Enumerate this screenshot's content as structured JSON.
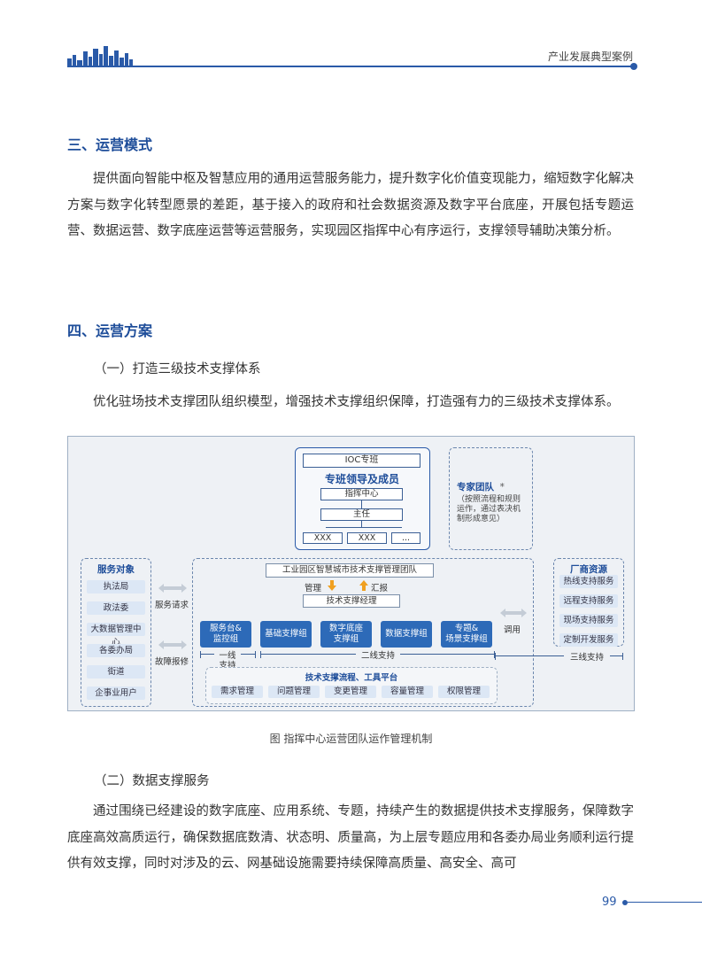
{
  "header": {
    "title": "产业发展典型案例"
  },
  "section3": {
    "title": "三、运营模式",
    "paragraph": "提供面向智能中枢及智慧应用的通用运营服务能力，提升数字化价值变现能力，缩短数字化解决方案与数字化转型愿景的差距，基于接入的政府和社会数据资源及数字平台底座，开展包括专题运营、数据运营、数字底座运营等运营服务，实现园区指挥中心有序运行，支撑领导辅助决策分析。"
  },
  "section4": {
    "title": "四、运营方案",
    "sub1": "（一）打造三级技术支撑体系",
    "para1": "优化驻场技术支撑团队组织模型，增强技术支撑组织保障，打造强有力的三级技术支撑体系。",
    "sub2": "（二）数据支撑服务",
    "para2": "通过围绕已经建设的数字底座、应用系统、专题，持续产生的数据提供技术支撑服务，保障数字底座高效高质运行，确保数据底数清、状态明、质量高，为上层专题应用和各委办局业务顺利运行提供有效支撑，同时对涉及的云、网基础设施需要持续保障高质量、高安全、高可"
  },
  "figure": {
    "caption": "图 指挥中心运营团队运作管理机制",
    "ioc": {
      "label": "IOC专班",
      "title": "专班领导及成员",
      "command": "指挥中心",
      "director": "主任",
      "members": [
        "XXX",
        "XXX",
        "..."
      ]
    },
    "expert": {
      "title": "专家团队",
      "star": "*",
      "note": "（按照流程和规则运作，通过表决机制形成意见）"
    },
    "service_targets": {
      "title": "服务对象",
      "items": [
        "执法局",
        "政法委",
        "大数据管理中心",
        "各委办局",
        "街道",
        "企事业用户"
      ]
    },
    "service_request": "服务请求",
    "fault_report": "故障报修",
    "team": {
      "title": "工业园区智慧城市技术支撑管理团队",
      "manage": "管理",
      "report": "汇报",
      "manager": "技术支撑经理",
      "groups": [
        "服务台&\n监控组",
        "基础支撑组",
        "数字底座\n支撑组",
        "数据支撑组",
        "专题&\n场景支撑组"
      ],
      "line1": "一线\n支持",
      "line2": "二线支持",
      "line3": "三线支持",
      "platform_title": "技术支撑流程、工具平台",
      "platform_items": [
        "需求管理",
        "问题管理",
        "变更管理",
        "容量管理",
        "权限管理"
      ]
    },
    "call": "调用",
    "vendor": {
      "title": "厂商资源",
      "items": [
        "热线支持服务",
        "远程支持服务",
        "现场支持服务",
        "定制开发服务"
      ]
    }
  },
  "footer": {
    "page": "99"
  },
  "colors": {
    "primary": "#2a5aa8",
    "heading": "#1f4e9a",
    "button": "#2d6ab8"
  },
  "icons": [
    "city-skyline-icon",
    "arrow-down-icon",
    "arrow-up-icon",
    "double-arrow-icon"
  ]
}
